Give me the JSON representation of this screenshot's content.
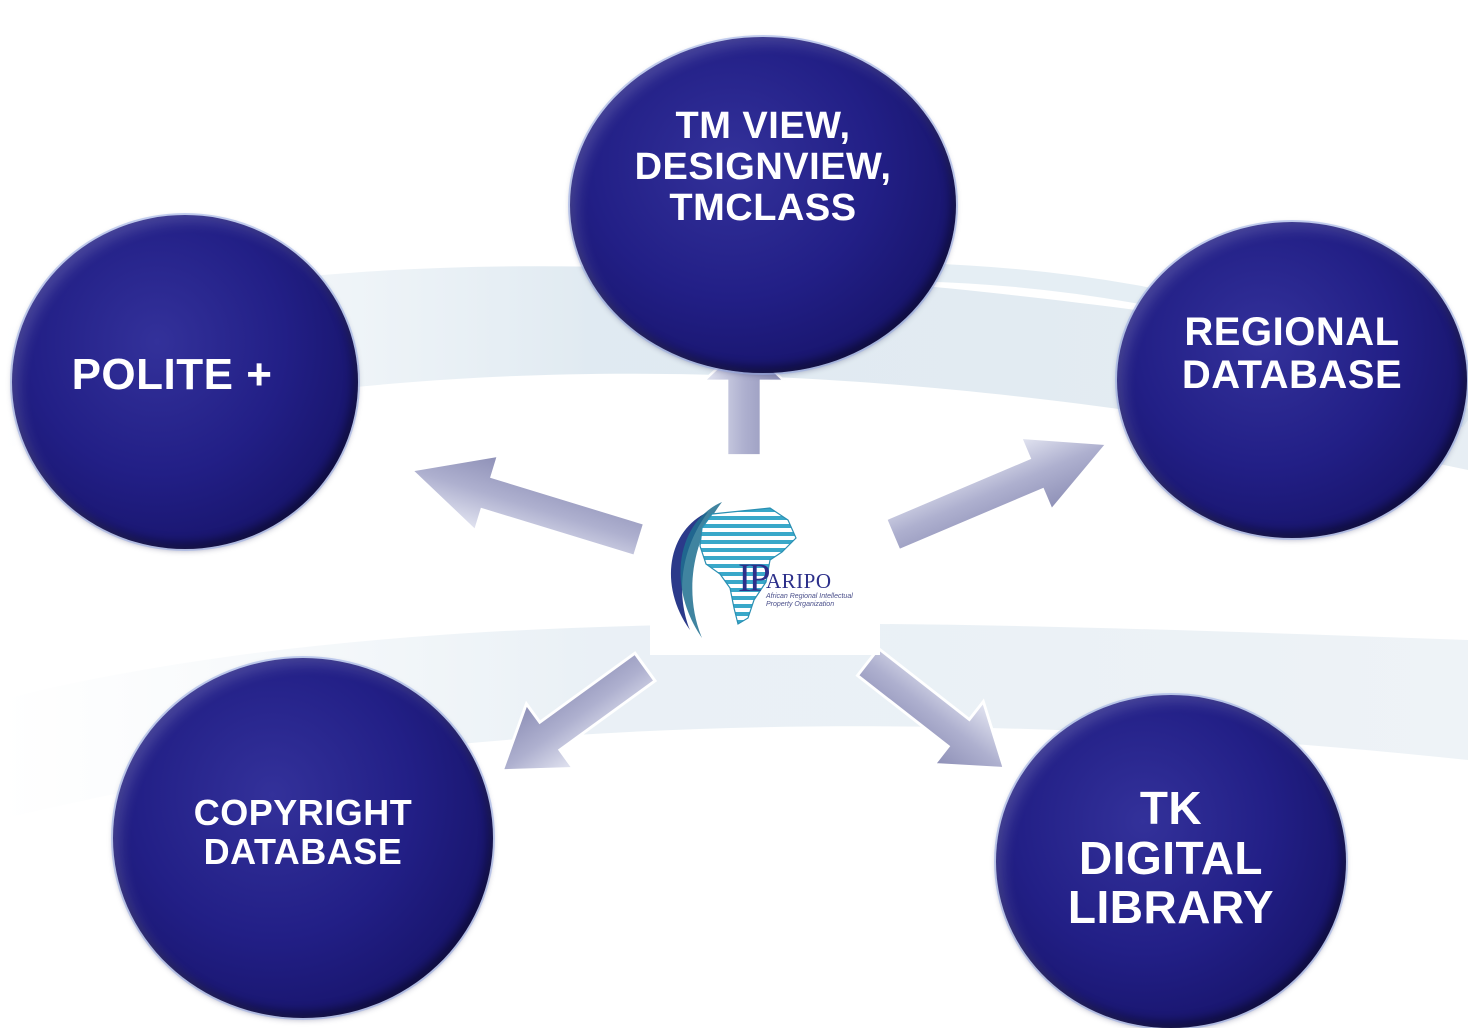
{
  "diagram": {
    "center_logo": {
      "acronym_prefix": "IP",
      "acronym_rest": "ARIPO",
      "full_name": "African Regional Intellectual\nProperty Organization"
    },
    "nodes": [
      {
        "id": "polite",
        "label": "POLITE +"
      },
      {
        "id": "tmview",
        "label": "TM VIEW,\nDESIGNVIEW,\nTMCLASS"
      },
      {
        "id": "regional",
        "label": "REGIONAL\nDATABASE"
      },
      {
        "id": "copyright",
        "label": "COPYRIGHT\nDATABASE"
      },
      {
        "id": "tk",
        "label": "TK\nDIGITAL\nLIBRARY"
      }
    ]
  }
}
